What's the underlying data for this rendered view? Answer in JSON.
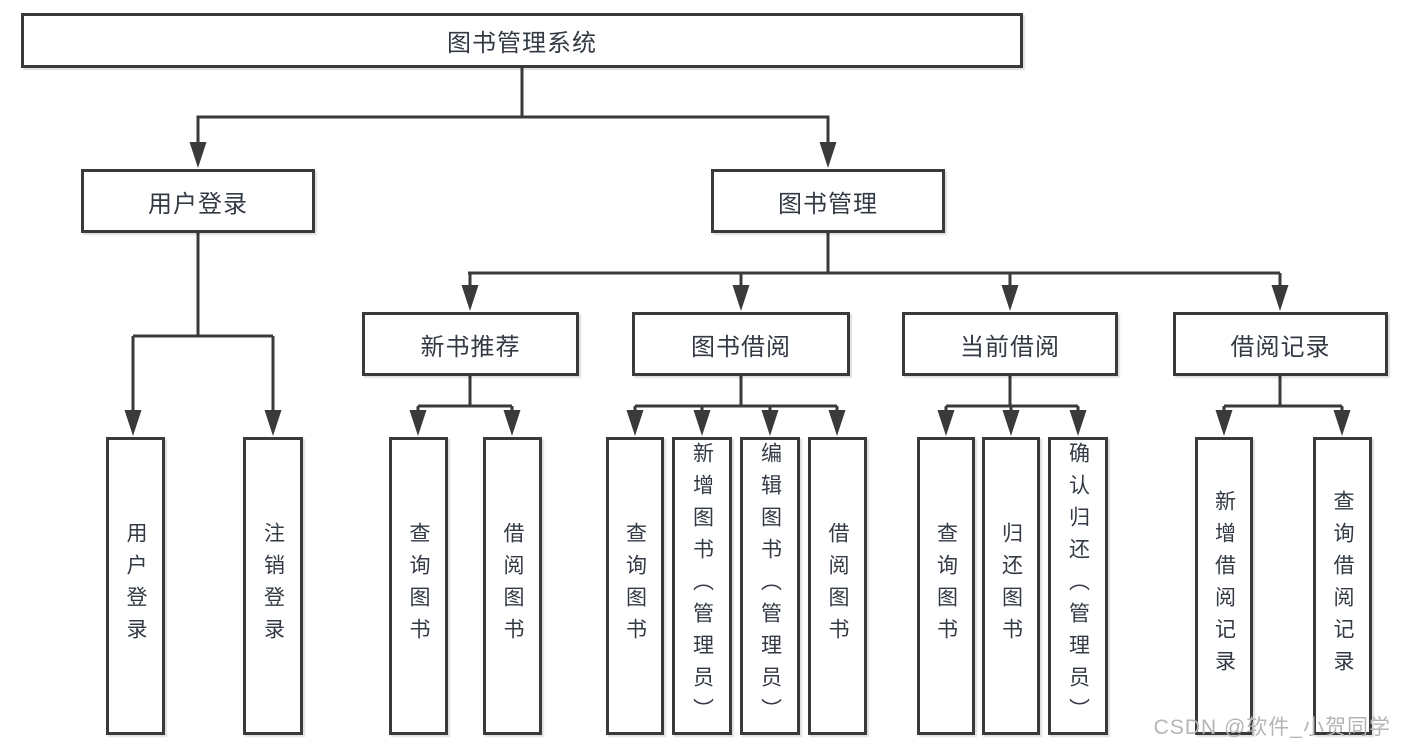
{
  "tree": {
    "label": "图书管理系统",
    "children": [
      {
        "label": "用户登录",
        "children": [
          {
            "label": "用户登录"
          },
          {
            "label": "注销登录"
          }
        ]
      },
      {
        "label": "图书管理",
        "children": [
          {
            "label": "新书推荐",
            "children": [
              {
                "label": "查询图书"
              },
              {
                "label": "借阅图书"
              }
            ]
          },
          {
            "label": "图书借阅",
            "children": [
              {
                "label": "查询图书"
              },
              {
                "label": "新增图书（管理员）"
              },
              {
                "label": "编辑图书（管理员）"
              },
              {
                "label": "借阅图书"
              }
            ]
          },
          {
            "label": "当前借阅",
            "children": [
              {
                "label": "查询图书"
              },
              {
                "label": "归还图书"
              },
              {
                "label": "确认归还（管理员）"
              }
            ]
          },
          {
            "label": "借阅记录",
            "children": [
              {
                "label": "新增借阅记录"
              },
              {
                "label": "查询借阅记录"
              }
            ]
          }
        ]
      }
    ]
  },
  "watermark": {
    "text": "CSDN @软件_小贺同学"
  },
  "colors": {
    "line": "#3a3a3a",
    "box_border": "#3a3a3a",
    "text": "#333a44",
    "watermark": "#b5b5b5",
    "background": "#ffffff"
  }
}
